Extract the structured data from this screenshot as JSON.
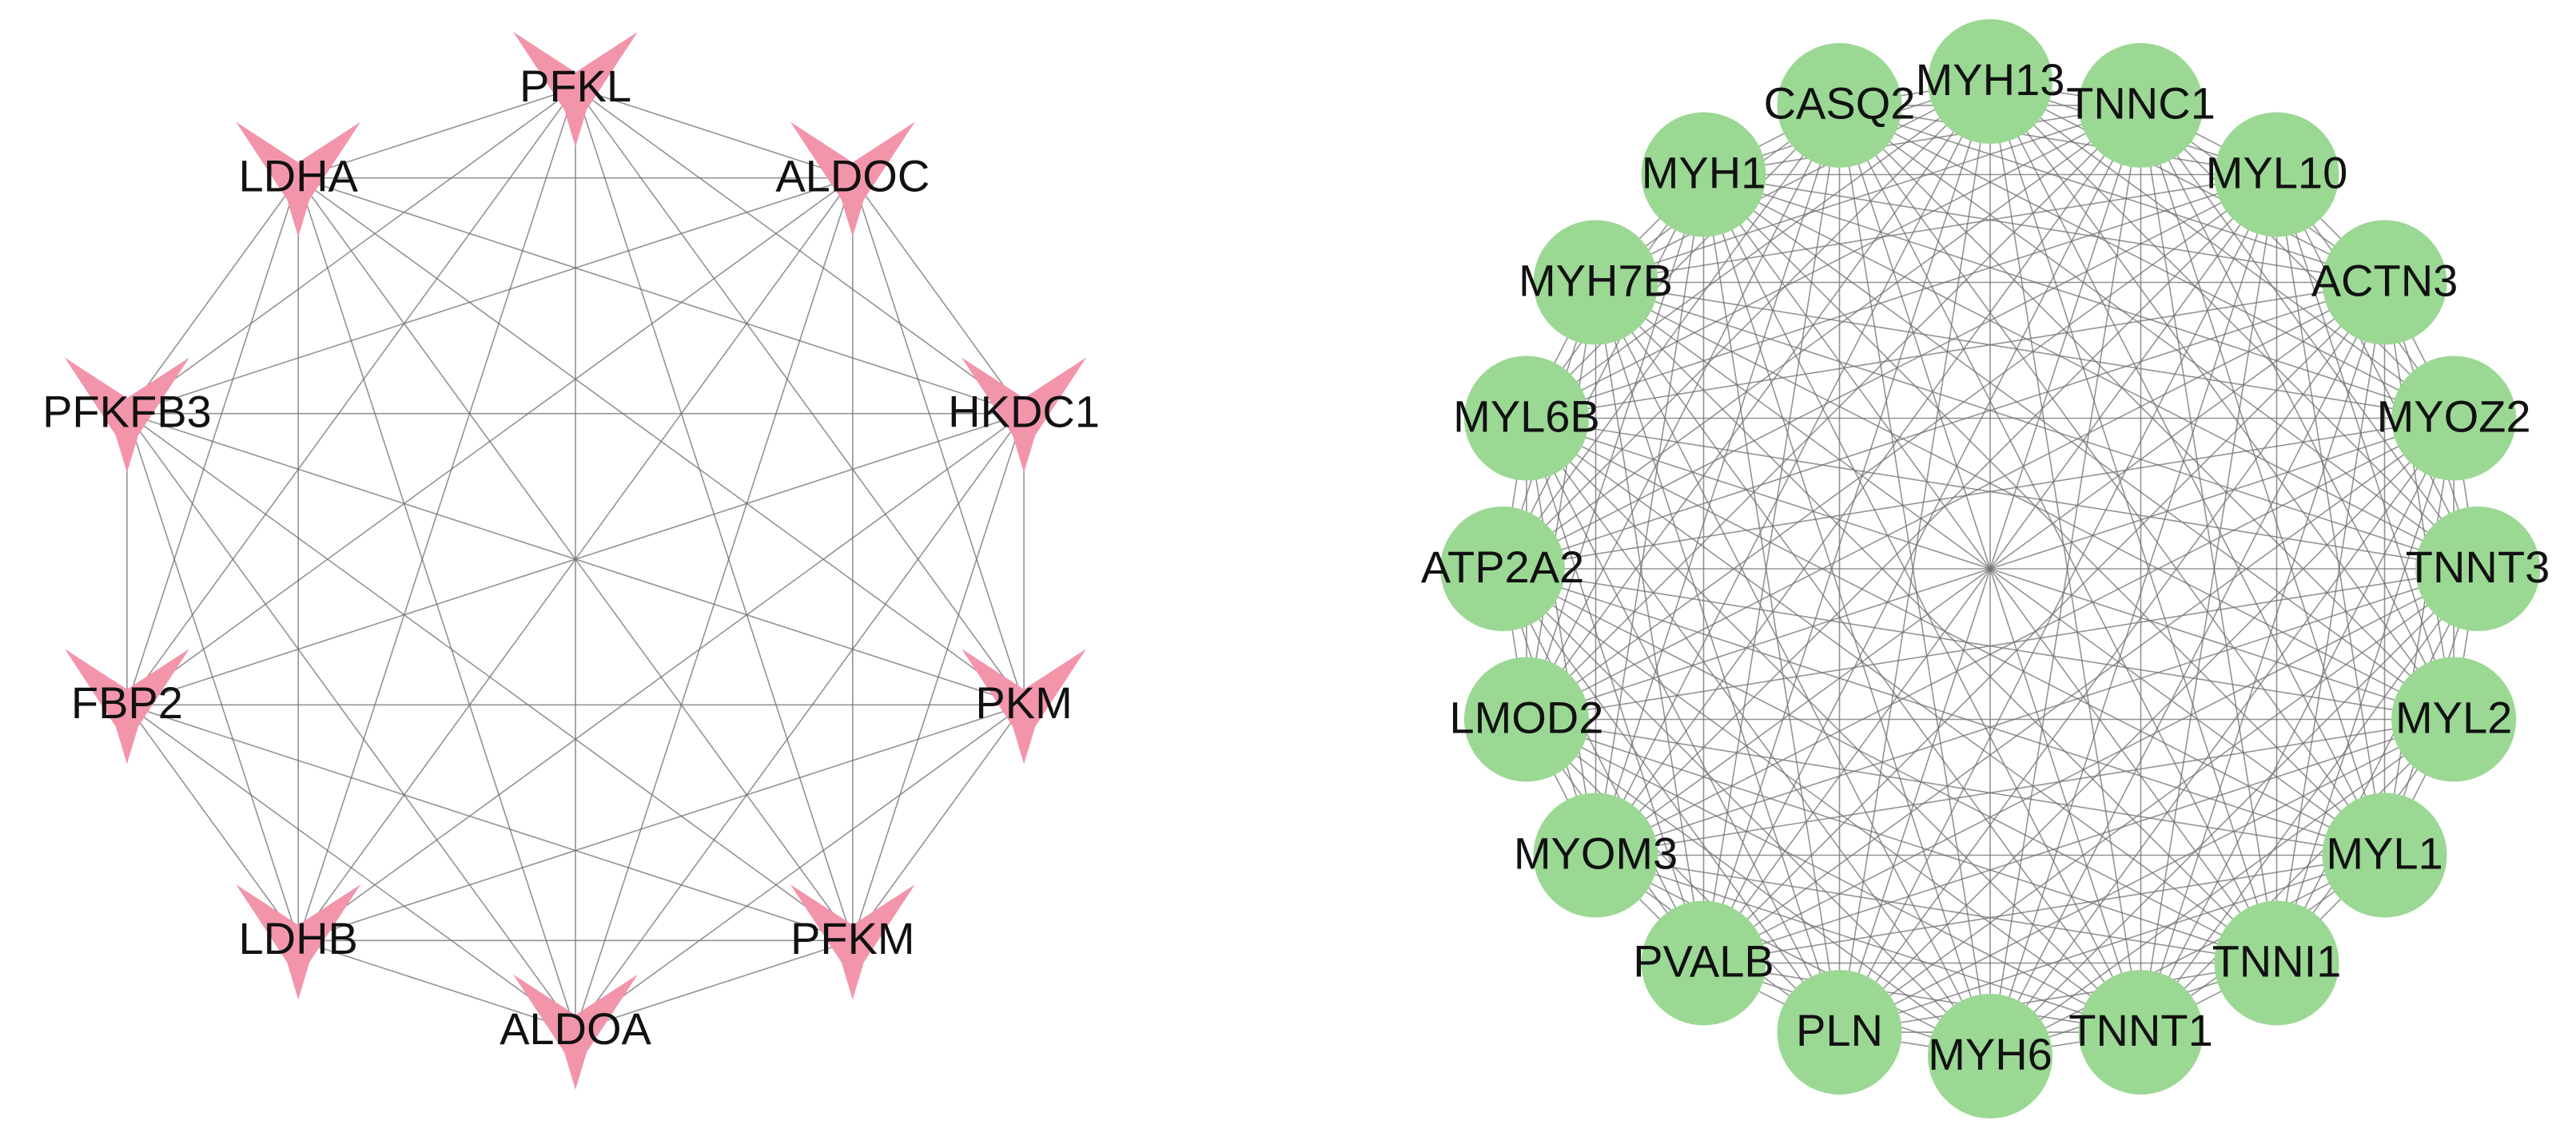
{
  "colors": {
    "background": "#ffffff",
    "edge": "#6f6f6f",
    "left_node_fill": "#f295ab",
    "right_node_fill": "#9bd894",
    "label": "#111111"
  },
  "networks": [
    {
      "id": "glycolysis-network",
      "node_shape": "v-arrowhead",
      "fill_key": "left_node_fill",
      "nodes": [
        {
          "label": "PFKL"
        },
        {
          "label": "ALDOC"
        },
        {
          "label": "HKDC1"
        },
        {
          "label": "PKM"
        },
        {
          "label": "PFKM"
        },
        {
          "label": "ALDOA"
        },
        {
          "label": "LDHB"
        },
        {
          "label": "FBP2"
        },
        {
          "label": "PFKFB3"
        },
        {
          "label": "LDHA"
        }
      ],
      "edges": [
        [
          "PFKL",
          "ALDOC"
        ],
        [
          "PFKL",
          "HKDC1"
        ],
        [
          "PFKL",
          "PKM"
        ],
        [
          "PFKL",
          "PFKM"
        ],
        [
          "PFKL",
          "ALDOA"
        ],
        [
          "PFKL",
          "LDHB"
        ],
        [
          "PFKL",
          "FBP2"
        ],
        [
          "PFKL",
          "PFKFB3"
        ],
        [
          "PFKL",
          "LDHA"
        ],
        [
          "ALDOC",
          "HKDC1"
        ],
        [
          "ALDOC",
          "PKM"
        ],
        [
          "ALDOC",
          "PFKM"
        ],
        [
          "ALDOC",
          "ALDOA"
        ],
        [
          "ALDOC",
          "LDHB"
        ],
        [
          "ALDOC",
          "FBP2"
        ],
        [
          "ALDOC",
          "PFKFB3"
        ],
        [
          "ALDOC",
          "LDHA"
        ],
        [
          "HKDC1",
          "PKM"
        ],
        [
          "HKDC1",
          "PFKM"
        ],
        [
          "HKDC1",
          "ALDOA"
        ],
        [
          "HKDC1",
          "LDHB"
        ],
        [
          "HKDC1",
          "FBP2"
        ],
        [
          "HKDC1",
          "PFKFB3"
        ],
        [
          "HKDC1",
          "LDHA"
        ],
        [
          "PKM",
          "PFKM"
        ],
        [
          "PKM",
          "ALDOA"
        ],
        [
          "PKM",
          "LDHB"
        ],
        [
          "PKM",
          "FBP2"
        ],
        [
          "PKM",
          "PFKFB3"
        ],
        [
          "PKM",
          "LDHA"
        ],
        [
          "PFKM",
          "ALDOA"
        ],
        [
          "PFKM",
          "LDHB"
        ],
        [
          "PFKM",
          "FBP2"
        ],
        [
          "PFKM",
          "PFKFB3"
        ],
        [
          "PFKM",
          "LDHA"
        ],
        [
          "ALDOA",
          "LDHB"
        ],
        [
          "ALDOA",
          "FBP2"
        ],
        [
          "ALDOA",
          "PFKFB3"
        ],
        [
          "ALDOA",
          "LDHA"
        ],
        [
          "LDHB",
          "FBP2"
        ],
        [
          "LDHB",
          "PFKFB3"
        ],
        [
          "LDHB",
          "LDHA"
        ],
        [
          "FBP2",
          "PFKFB3"
        ],
        [
          "FBP2",
          "LDHA"
        ],
        [
          "PFKFB3",
          "LDHA"
        ]
      ]
    },
    {
      "id": "muscle-network",
      "node_shape": "circle",
      "fill_key": "right_node_fill",
      "nodes": [
        {
          "label": "MYH13"
        },
        {
          "label": "TNNC1"
        },
        {
          "label": "MYL10"
        },
        {
          "label": "ACTN3"
        },
        {
          "label": "MYOZ2"
        },
        {
          "label": "TNNT3"
        },
        {
          "label": "MYL2"
        },
        {
          "label": "MYL1"
        },
        {
          "label": "TNNI1"
        },
        {
          "label": "TNNT1"
        },
        {
          "label": "MYH6"
        },
        {
          "label": "PLN"
        },
        {
          "label": "PVALB"
        },
        {
          "label": "MYOM3"
        },
        {
          "label": "LMOD2"
        },
        {
          "label": "ATP2A2"
        },
        {
          "label": "MYL6B"
        },
        {
          "label": "MYH7B"
        },
        {
          "label": "MYH1"
        },
        {
          "label": "CASQ2"
        }
      ],
      "edges_complete": true
    }
  ]
}
